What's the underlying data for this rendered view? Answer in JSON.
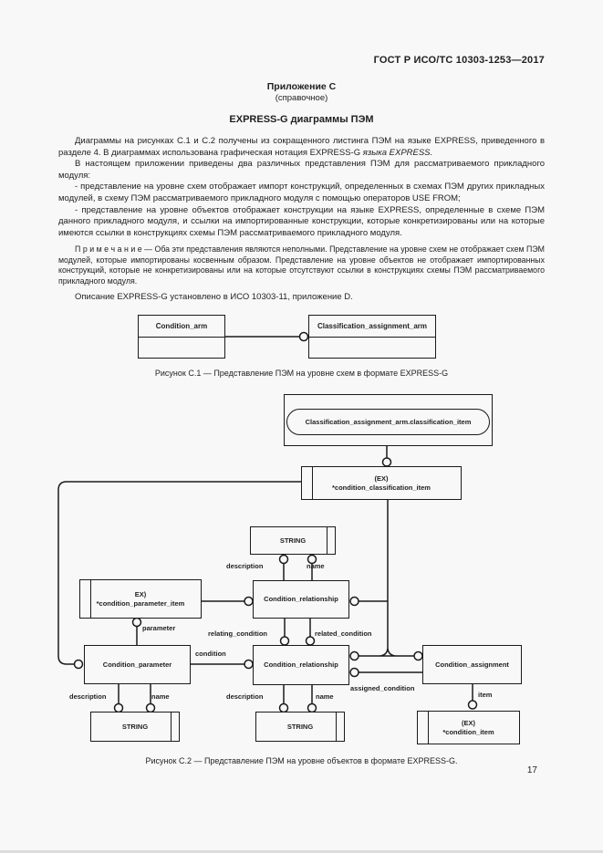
{
  "page": {
    "doc_number": "ГОСТ Р ИСО/ТС 10303-1253—2017",
    "annex_title": "Приложение С",
    "annex_subtitle": "(справочное)",
    "section_title": "EXPRESS-G диаграммы ПЭМ",
    "page_number": "17"
  },
  "paragraphs": {
    "p1_normal": "Диаграммы на рисунках С.1 и С.2 получены из сокращенного листинга ПЭМ на языке EXPRESS, приведенного в разделе 4. В диаграммах использована графическая нотация EXPRESS-G ",
    "p1_italic": "языка EXPRESS.",
    "p2": "В настоящем приложении приведены два различных представления ПЭМ для рассматриваемого прикладного модуля:",
    "p3": "- представление на уровне схем отображает импорт конструкций, определенных в схемах ПЭМ других прикладных модулей, в схему ПЭМ рассматриваемого прикладного модуля с помощью операторов USE FROM;",
    "p4": "- представление на уровне объектов отображает конструкции на языке EXPRESS, определенные в схеме ПЭМ данного прикладного модуля, и ссылки на импортированные конструкции, которые конкретизированы или на которые имеются ссылки в конструкциях схемы ПЭМ рассматриваемого прикладного модуля.",
    "note": "П р и м е ч а н и е — Оба эти представления являются неполными. Представление на уровне схем не отображает схем ПЭМ модулей, которые импортированы косвенным образом. Представление на уровне объектов не отображает импортированных конструкций, которые не конкретизированы или на которые отсутствуют ссылки в конструкциях схемы ПЭМ рассматриваемого прикладного модуля.",
    "p5": "Описание EXPRESS-G установлено в ИСО 10303-11, приложение D."
  },
  "figure_c1": {
    "caption": "Рисунок С.1 — Представление ПЭМ на уровне схем в формате EXPRESS-G",
    "left_box": "Condition_arm",
    "right_box": "Classification_assignment_arm"
  },
  "figure_c2": {
    "caption": "Рисунок С.2 — Представление ПЭМ на уровне объектов в формате EXPRESS-G.",
    "stadium": "Classification_assignment_arm.classification_item",
    "boxes": {
      "condition_classification_item": {
        "line1": "(EX)",
        "line2": "*condition_classification_item"
      },
      "condition_parameter_item": {
        "line1": "EX)",
        "line2": "*condition_parameter_item"
      },
      "condition_relationship_top": "Condition_relationship",
      "condition_relationship_bottom": "Condition_relationship",
      "condition_parameter": "Condition_parameter",
      "condition_assignment": "Condition_assignment",
      "condition_item": {
        "line1": "(EX)",
        "line2": "*condition_item"
      },
      "string1": "STRING",
      "string2": "STRING",
      "string3": "STRING"
    },
    "labels": {
      "description1": "description",
      "name1": "name",
      "parameter": "parameter",
      "relating_condition": "relating_condition",
      "related_condition": "related_condition",
      "condition": "condition",
      "assigned_condition": "assigned_condition",
      "item": "item",
      "description2": "description",
      "name2": "name",
      "description3": "description",
      "name3": "name"
    }
  }
}
